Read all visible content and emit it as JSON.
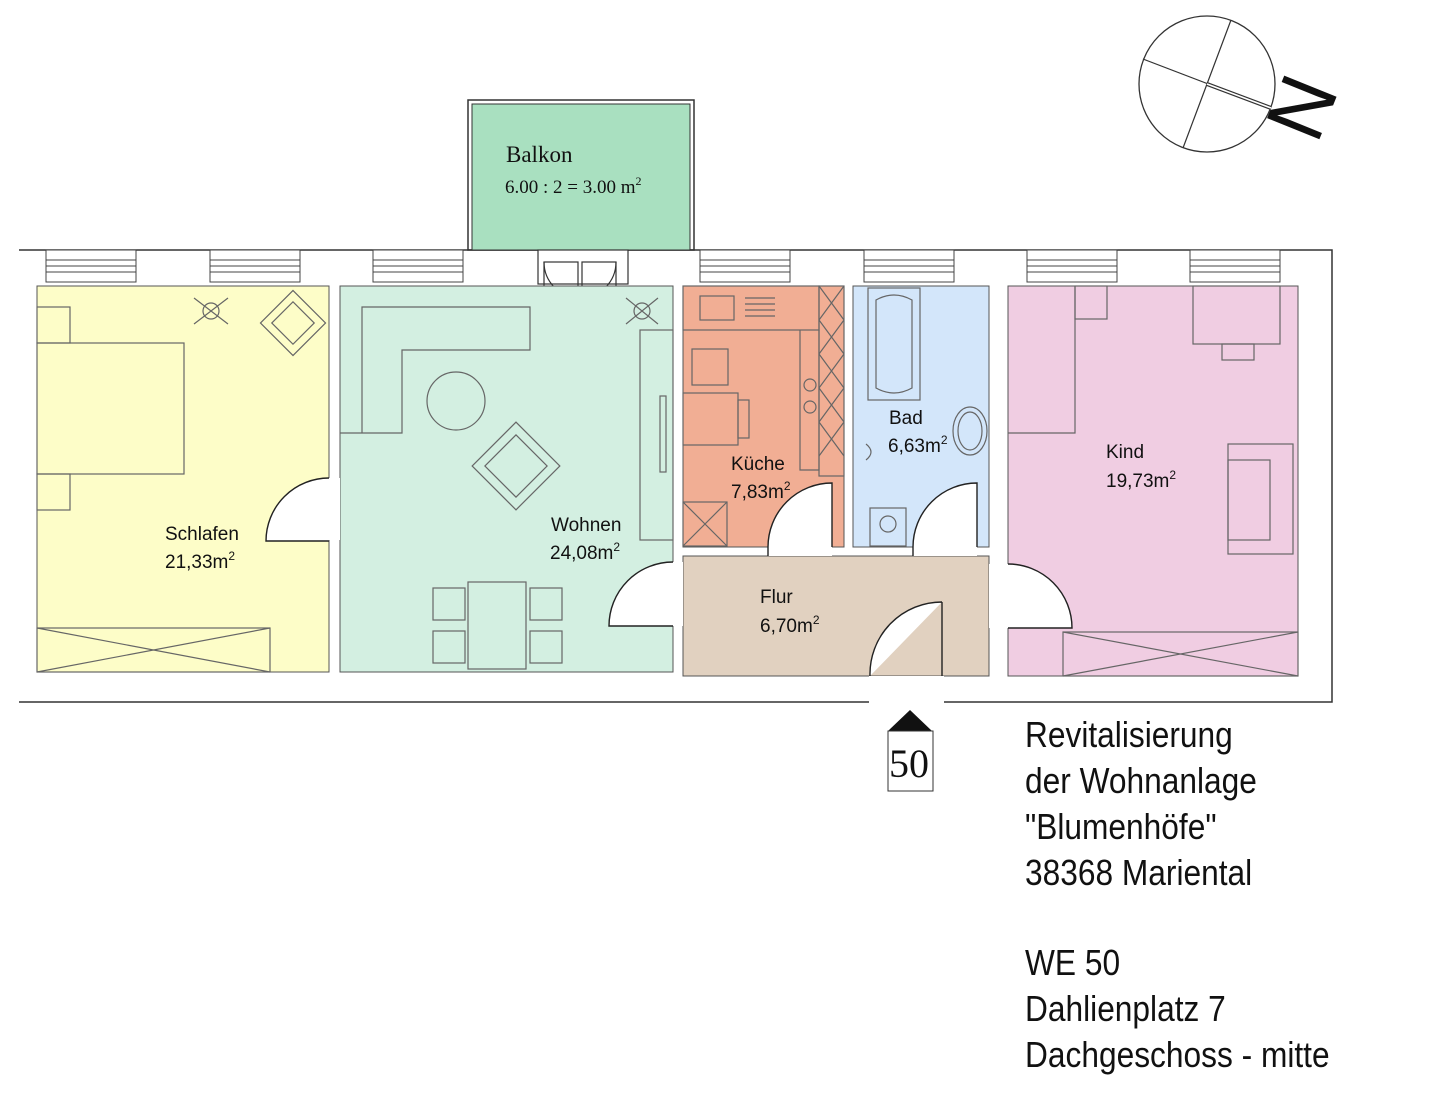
{
  "rooms": {
    "balkon": {
      "name": "Balkon",
      "area": "6.00 : 2 = 3.00 m",
      "unit_sup": "2",
      "color": "#a9e0c0"
    },
    "schlafen": {
      "name": "Schlafen",
      "area": "21,33m",
      "unit_sup": "2",
      "color": "#fdfdc8"
    },
    "wohnen": {
      "name": "Wohnen",
      "area": "24,08m",
      "unit_sup": "2",
      "color": "#d3efe1"
    },
    "kueche": {
      "name": "Küche",
      "area": "7,83m",
      "unit_sup": "2",
      "color": "#f1ae94"
    },
    "bad": {
      "name": "Bad",
      "area": "6,63m",
      "unit_sup": "2",
      "color": "#d3e6fa"
    },
    "kind": {
      "name": "Kind",
      "area": "19,73m",
      "unit_sup": "2",
      "color": "#f0cde2"
    },
    "flur": {
      "name": "Flur",
      "area": "6,70m",
      "unit_sup": "2",
      "color": "#e1d1c0"
    }
  },
  "compass": {
    "label": "N"
  },
  "unit_marker": {
    "number": "50"
  },
  "project": {
    "line1": "Revitalisierung",
    "line2": "der Wohnanlage",
    "line3": "\"Blumenhöfe\"",
    "line4": "38368 Mariental",
    "unit": "WE 50",
    "address": "Dahlienplatz 7",
    "floor": "Dachgeschoss - mitte"
  }
}
